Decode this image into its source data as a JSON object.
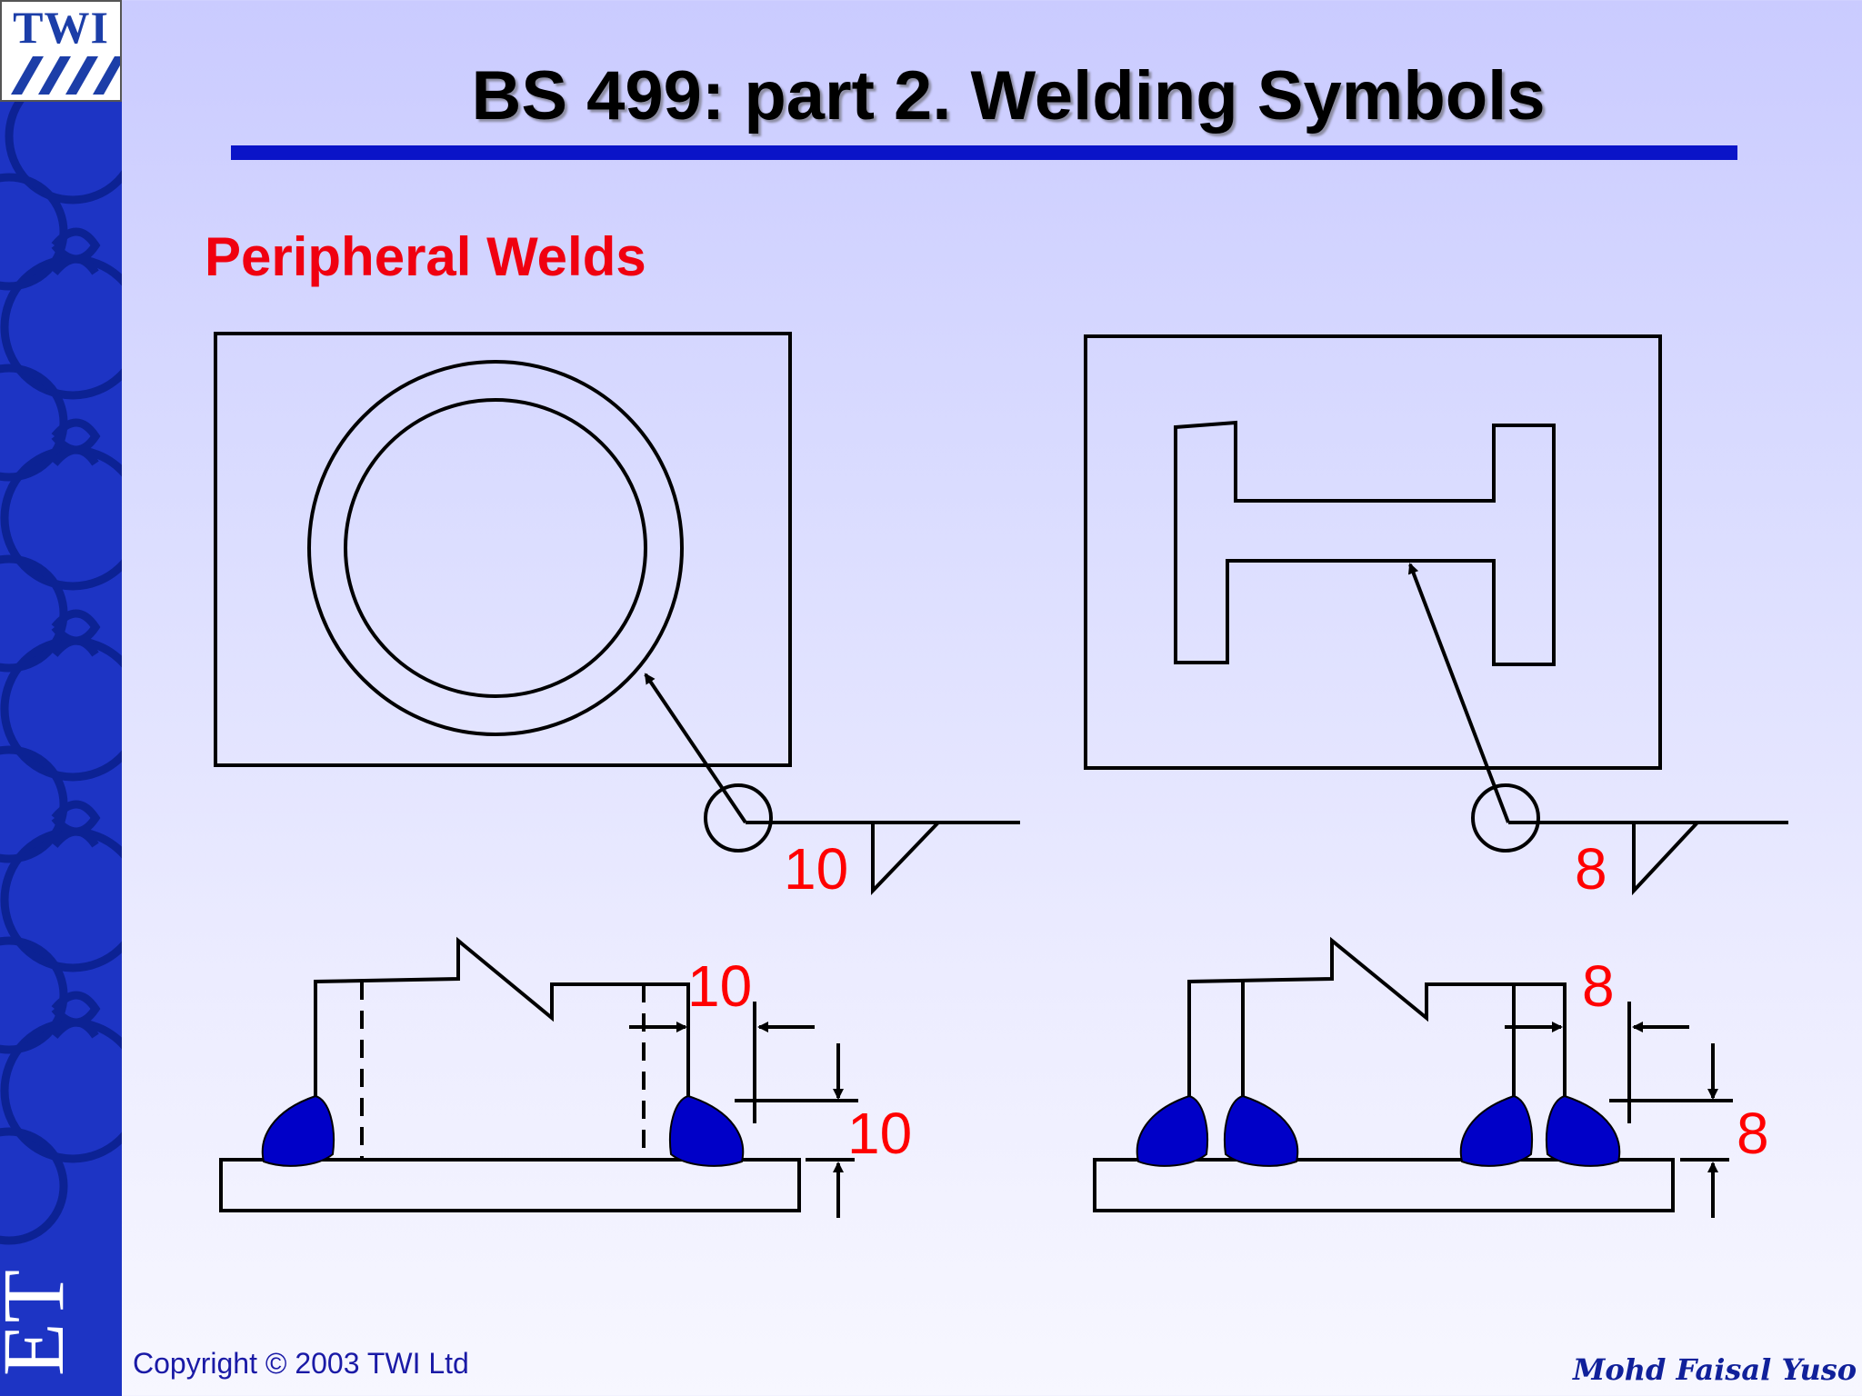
{
  "slide": {
    "title": "BS 499: part 2.  Welding Symbols",
    "subtitle": "Peripheral Welds",
    "copyright": "Copyright © 2003 TWI Ltd",
    "author": "Mohd Faisal Yuso",
    "logo_text": "TWI",
    "sidebar_text": "ET"
  },
  "diagrams": {
    "left_symbol_size": "10",
    "left_section_top_dim": "10",
    "left_section_side_dim": "10",
    "right_symbol_size": "8",
    "right_section_top_dim": "8",
    "right_section_side_dim": "8"
  },
  "colors": {
    "title_rule": "#0a14c8",
    "subtitle": "#f00010",
    "dimension_text": "#ff0000",
    "weld_fill": "#0000c8",
    "sidebar": "#1d34c4"
  }
}
